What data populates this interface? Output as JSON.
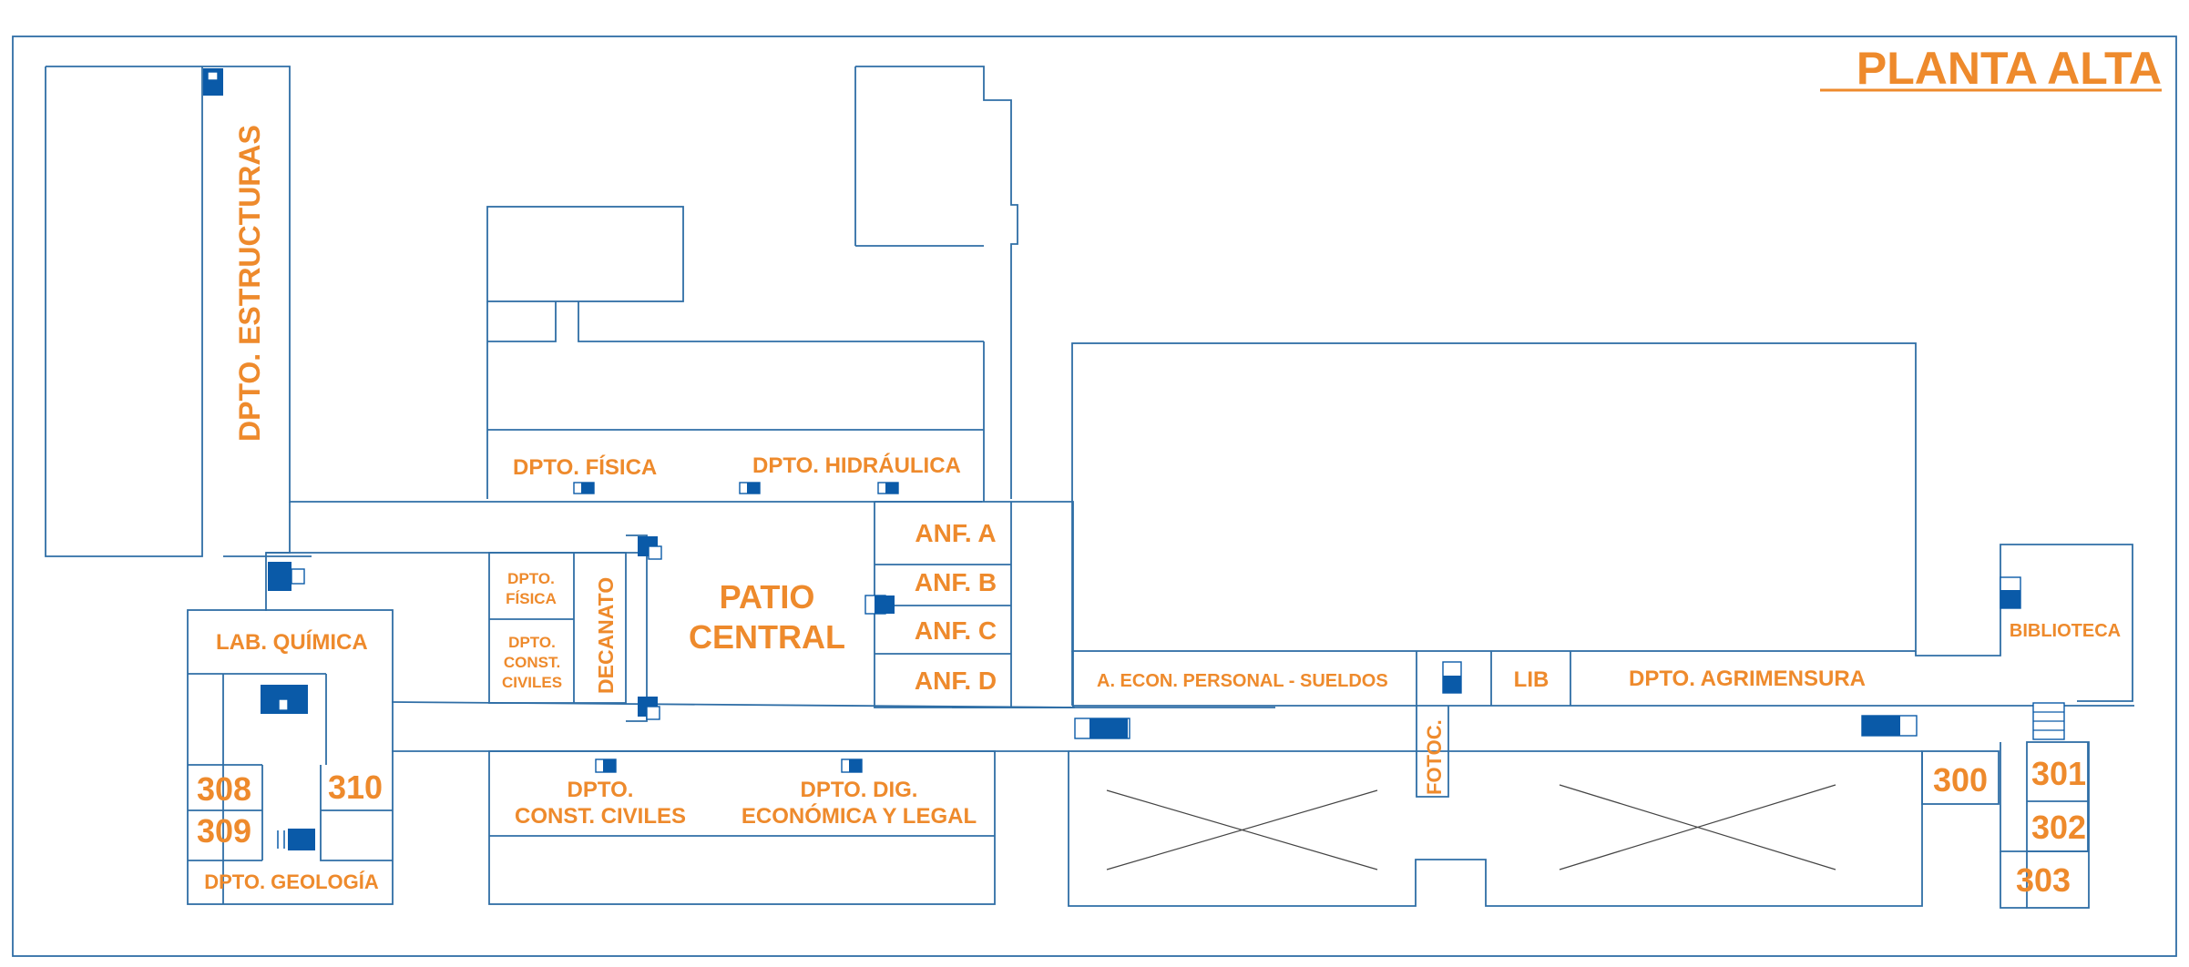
{
  "title": "PLANTA ALTA",
  "colors": {
    "label": "#ee8a2c",
    "wall": "#2f6ea6",
    "icon": "#0a5aa8"
  },
  "rooms": {
    "dpto_estructuras": "DPTO. ESTRUCTURAS",
    "dpto_fisica_top": "DPTO. FÍSICA",
    "dpto_hidraulica": "DPTO. HIDRÁULICA",
    "lab_quimica": "LAB. QUÍMICA",
    "dpto_fisica_small_1": "DPTO.",
    "dpto_fisica_small_2": "FÍSICA",
    "dpto_const_small_1": "DPTO.",
    "dpto_const_small_2": "CONST.",
    "dpto_const_small_3": "CIVILES",
    "decanato": "DECANATO",
    "patio_1": "PATIO",
    "patio_2": "CENTRAL",
    "anf_a": "ANF. A",
    "anf_b": "ANF. B",
    "anf_c": "ANF. C",
    "anf_d": "ANF. D",
    "a_econ": "A. ECON. PERSONAL - SUELDOS",
    "lib": "LIB",
    "dpto_agrimensura": "DPTO. AGRIMENSURA",
    "biblioteca": "BIBLIOTECA",
    "fotoc": "FOTOC.",
    "room_308": "308",
    "room_309": "309",
    "room_310": "310",
    "dpto_geologia": "DPTO. GEOLOGÍA",
    "dpto_const_civiles_1": "DPTO.",
    "dpto_const_civiles_2": "CONST. CIVILES",
    "dpto_dig_1": "DPTO. DIG.",
    "dpto_dig_2": "ECONÓMICA Y LEGAL",
    "room_300": "300",
    "room_301": "301",
    "room_302": "302",
    "room_303": "303"
  },
  "icons": [
    "elevator-icon",
    "stairs-icon",
    "restroom-icon"
  ]
}
